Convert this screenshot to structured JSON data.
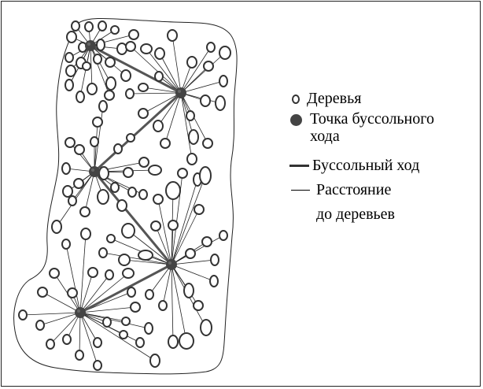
{
  "legend": {
    "trees": "Деревья",
    "traverse_point_line1": "Точка буссольного",
    "traverse_point_line2": "хода",
    "traverse": "Буссольный ход",
    "distance_line1": "Расстояние",
    "distance_line2": "до деревьев"
  },
  "colors": {
    "outline": "#222222",
    "tree": "#333333",
    "station": "#444444",
    "traverse": "#555555",
    "distance": "#222222"
  }
}
